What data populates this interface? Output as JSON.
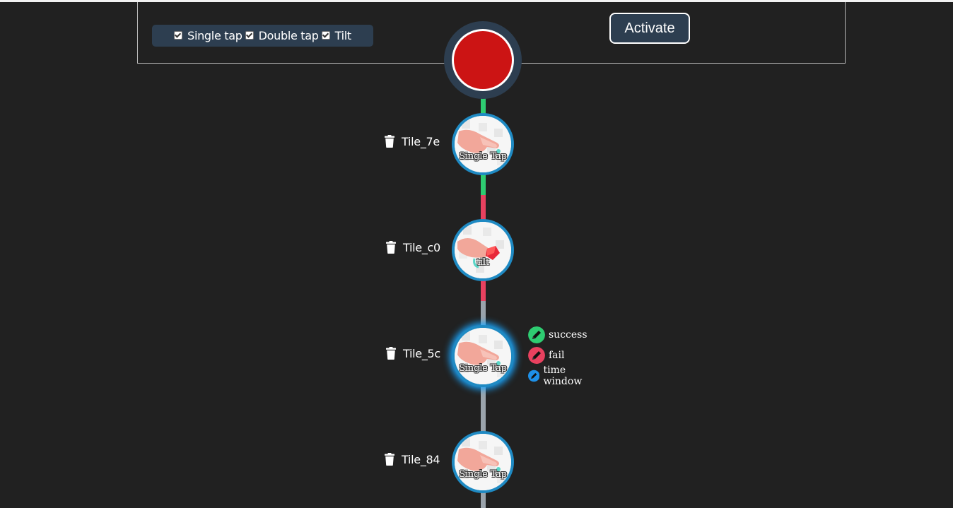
{
  "filters": {
    "options": [
      {
        "label": "Single tap",
        "checked": true
      },
      {
        "label": "Double tap",
        "checked": true
      },
      {
        "label": "Tilt",
        "checked": true
      }
    ]
  },
  "toolbar": {
    "activate_label": "Activate"
  },
  "record_button": {
    "color": "#cc1414"
  },
  "colors": {
    "success": "#2ecc71",
    "fail": "#e8415f",
    "time_window": "#1e90e8",
    "pending": "#9aa3ab",
    "tile_border": "#1f8ac3",
    "panel": "#2d3e50"
  },
  "tiles": [
    {
      "name": "Tile_7e",
      "gesture": "Single Tap",
      "icon": "hand-tap-icon"
    },
    {
      "name": "Tile_c0",
      "gesture": "tilt",
      "icon": "hand-tilt-icon"
    },
    {
      "name": "Tile_5c",
      "gesture": "Single Tap",
      "icon": "hand-tap-icon"
    },
    {
      "name": "Tile_84",
      "gesture": "Single Tap",
      "icon": "hand-tap-icon"
    }
  ],
  "edit_menu": {
    "items": [
      {
        "label": "success",
        "icon": "pencil-icon"
      },
      {
        "label": "fail",
        "icon": "pencil-icon"
      },
      {
        "label": "time window",
        "icon": "pencil-icon"
      }
    ]
  }
}
